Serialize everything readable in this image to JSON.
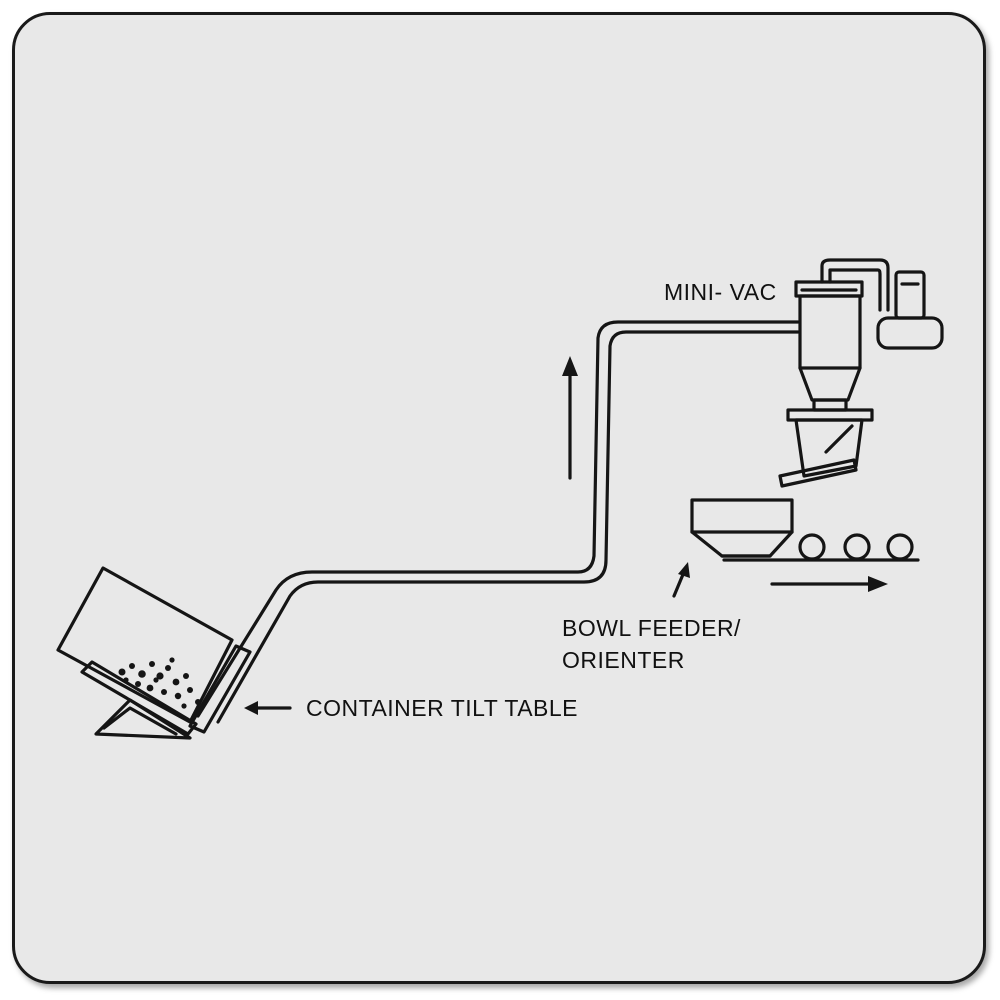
{
  "labels": {
    "mini_vac": "MINI- VAC",
    "bowl_feeder_line1": "BOWL FEEDER/",
    "bowl_feeder_line2": "ORIENTER",
    "container_tilt_table": "CONTAINER TILT TABLE"
  },
  "colors": {
    "background": "#e8e8e8",
    "ink": "#151515"
  }
}
